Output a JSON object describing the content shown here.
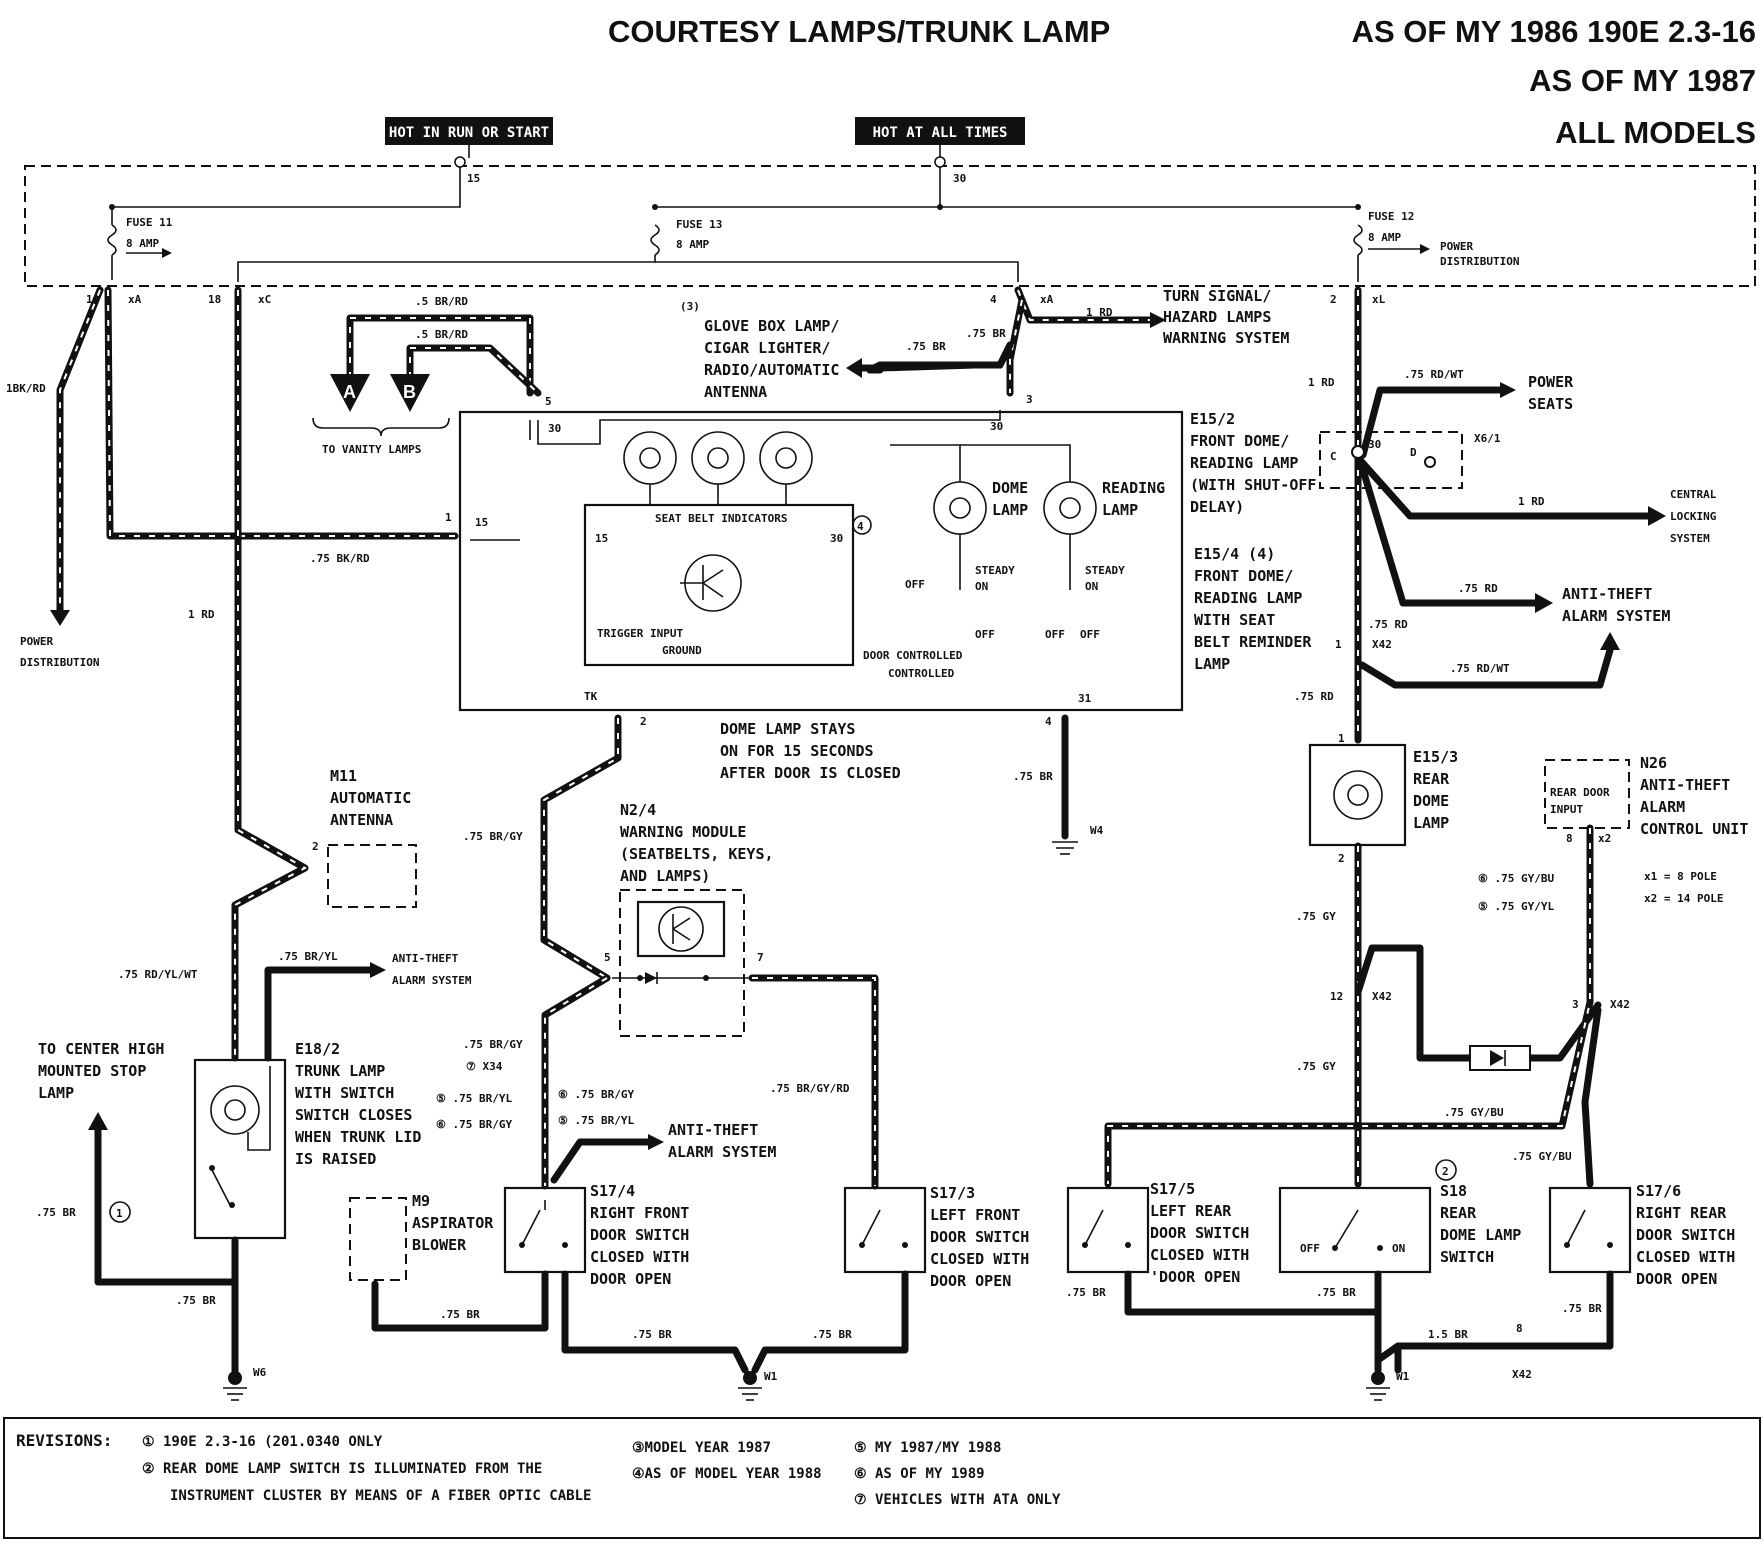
{
  "header": {
    "title": "COURTESY LAMPS/TRUNK LAMP",
    "applicability": [
      "AS OF MY 1986  190E 2.3-16",
      "AS OF MY 1987",
      "ALL MODELS"
    ]
  },
  "power": {
    "hot_run_start": "HOT IN RUN OR START",
    "hot_all_times": "HOT AT ALL TIMES",
    "terminal_15": "15",
    "terminal_30": "30"
  },
  "fuses": [
    {
      "name": "FUSE 11",
      "rating": "8 AMP"
    },
    {
      "name": "FUSE 13",
      "rating": "8 AMP"
    },
    {
      "name": "FUSE 12",
      "rating": "8 AMP"
    }
  ],
  "labels": {
    "power_distribution": "POWER DISTRIBUTION",
    "power_seats": "POWER SEATS",
    "central_locking": "CENTRAL LOCKING SYSTEM",
    "anti_theft": "ANTI-THEFT ALARM SYSTEM",
    "turn_signal": "TURN SIGNAL/ HAZARD LAMPS WARNING SYSTEM",
    "glove_box": "GLOVE BOX LAMP/ CIGAR LIGHTER/ RADIO/AUTOMATIC ANTENNA",
    "to_vanity": "TO VANITY LAMPS",
    "dome_stays_on": "DOME LAMP STAYS ON FOR 15 SECONDS AFTER DOOR IS CLOSED",
    "to_center_high": "TO CENTER HIGH MOUNTED STOP LAMP",
    "seat_belt_indicators": "SEAT BELT INDICATORS",
    "trigger_input": "TRIGGER INPUT",
    "ground": "GROUND",
    "door_controlled": "DOOR CONTROLLED",
    "dome_lamp": "DOME LAMP",
    "reading_lamp": "READING LAMP",
    "steady_on": "STEADY ON",
    "off": "OFF",
    "on": "ON",
    "connector_note": "x1 = 8 POLE x2 = 14 POLE"
  },
  "components": {
    "e15_2": "E15/2 FRONT DOME/ READING LAMP (WITH SHUT-OFF DELAY)",
    "e15_4": "E15/4 (4) FRONT DOME/ READING LAMP WITH SEAT BELT REMINDER LAMP",
    "e15_3": "E15/3 REAR DOME LAMP",
    "n26": "N26 ANTI-THEFT ALARM CONTROL UNIT",
    "n26_input": "REAR DOOR INPUT",
    "m11": "M11 AUTOMATIC ANTENNA",
    "n2_4": "N2/4 WARNING MODULE (SEATBELTS, KEYS, AND LAMPS)",
    "e18_2": "E18/2 TRUNK LAMP WITH SWITCH SWITCH CLOSES WHEN TRUNK LID IS RAISED",
    "m9": "M9 ASPIRATOR BLOWER",
    "s17_4": "S17/4 RIGHT FRONT DOOR SWITCH CLOSED WITH DOOR OPEN",
    "s17_3": "S17/3 LEFT FRONT DOOR SWITCH CLOSED WITH DOOR OPEN",
    "s17_5": "S17/5 LEFT REAR DOOR SWITCH CLOSED WITH 'DOOR OPEN",
    "s18": "S18 REAR DOME LAMP SWITCH",
    "s17_6": "S17/6 RIGHT REAR DOOR SWITCH CLOSED WITH DOOR OPEN"
  },
  "wires": {
    "bk_rd_1": "1BK/RD",
    "bk_rd_75": ".75 BK/RD",
    "rd_1": "1 RD",
    "br_rd_5": ".5 BR/RD",
    "br_75": ".75 BR",
    "rd_75": ".75 RD",
    "rd_wt_75": ".75 RD/WT",
    "br_gy_75": ".75 BR/GY",
    "rd_yl_wt": ".75 RD/YL/WT",
    "br_yl_75": ".75 BR/YL",
    "br_gy_rd": ".75 BR/GY/RD",
    "gy_75": ".75 GY",
    "gy_bu_75": ".75 GY/BU",
    "gy_yl_75": ".75 GY/YL",
    "br_15": "1.5 BR"
  },
  "grounds": [
    "W6",
    "W1",
    "W4"
  ],
  "connectors": [
    "X42",
    "X34",
    "X6/1"
  ],
  "revisions": {
    "heading": "REVISIONS:",
    "items": [
      "① 190E 2.3-16 (201.0340 ONLY",
      "② REAR DOME LAMP SWITCH IS ILLUMINATED FROM THE INSTRUMENT CLUSTER BY MEANS OF A FIBER OPTIC CABLE",
      "③MODEL YEAR 1987",
      "④AS OF MODEL YEAR 1988",
      "⑤ MY 1987/MY 1988",
      "⑥ AS OF MY 1989",
      "⑦ VEHICLES WITH ATA ONLY"
    ]
  }
}
